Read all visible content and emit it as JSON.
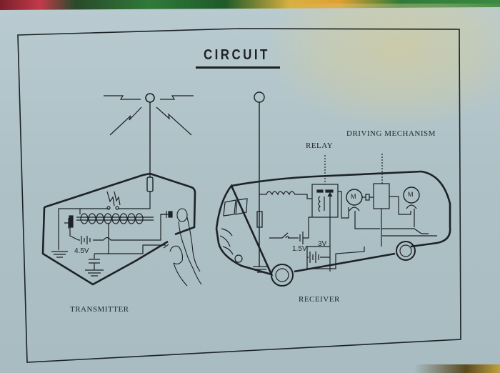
{
  "document": {
    "title": "CIRCUIT",
    "captions": {
      "transmitter": "TRANSMITTER",
      "receiver": "RECEIVER"
    },
    "receiver_labels": {
      "relay": "RELAY",
      "driving_mechanism": "DRIVING MECHANISM",
      "motor_symbol": "M"
    },
    "voltages": {
      "transmitter_battery": "4.5V",
      "receiver_battery_1": "1.5V",
      "receiver_battery_2": "3V"
    },
    "colors": {
      "paper": "#b3c6cb",
      "ink": "#1d2226",
      "stain": "#d8cd8c"
    }
  }
}
